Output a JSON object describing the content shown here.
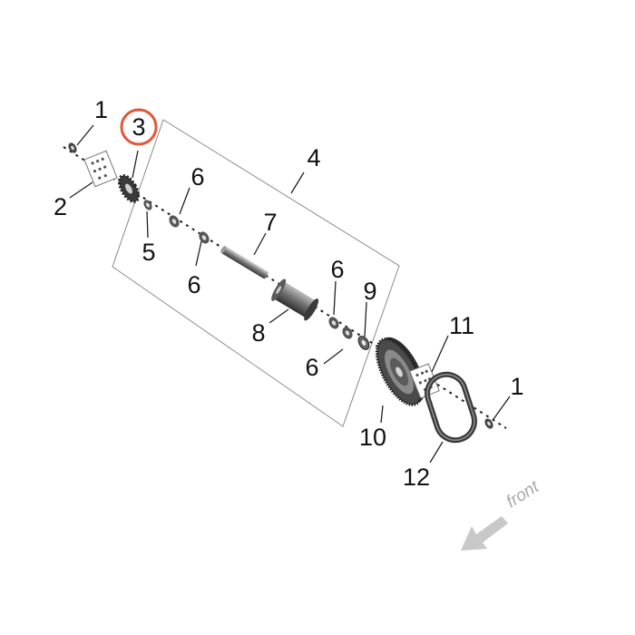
{
  "diagram": {
    "callouts": {
      "c1a": "1",
      "c2": "2",
      "c3": "3",
      "c4": "4",
      "c5": "5",
      "c6a": "6",
      "c6b": "6",
      "c6c": "6",
      "c6d": "6",
      "c7": "7",
      "c8": "8",
      "c9": "9",
      "c10": "10",
      "c11": "11",
      "c12": "12",
      "c1b": "1"
    },
    "highlighted_callout": "3",
    "direction_label": "front",
    "colors": {
      "highlight_ring": "#e2573a",
      "parts": "#555555",
      "arrow": "#c8c8c8",
      "frame": "#8a8a8a"
    }
  }
}
